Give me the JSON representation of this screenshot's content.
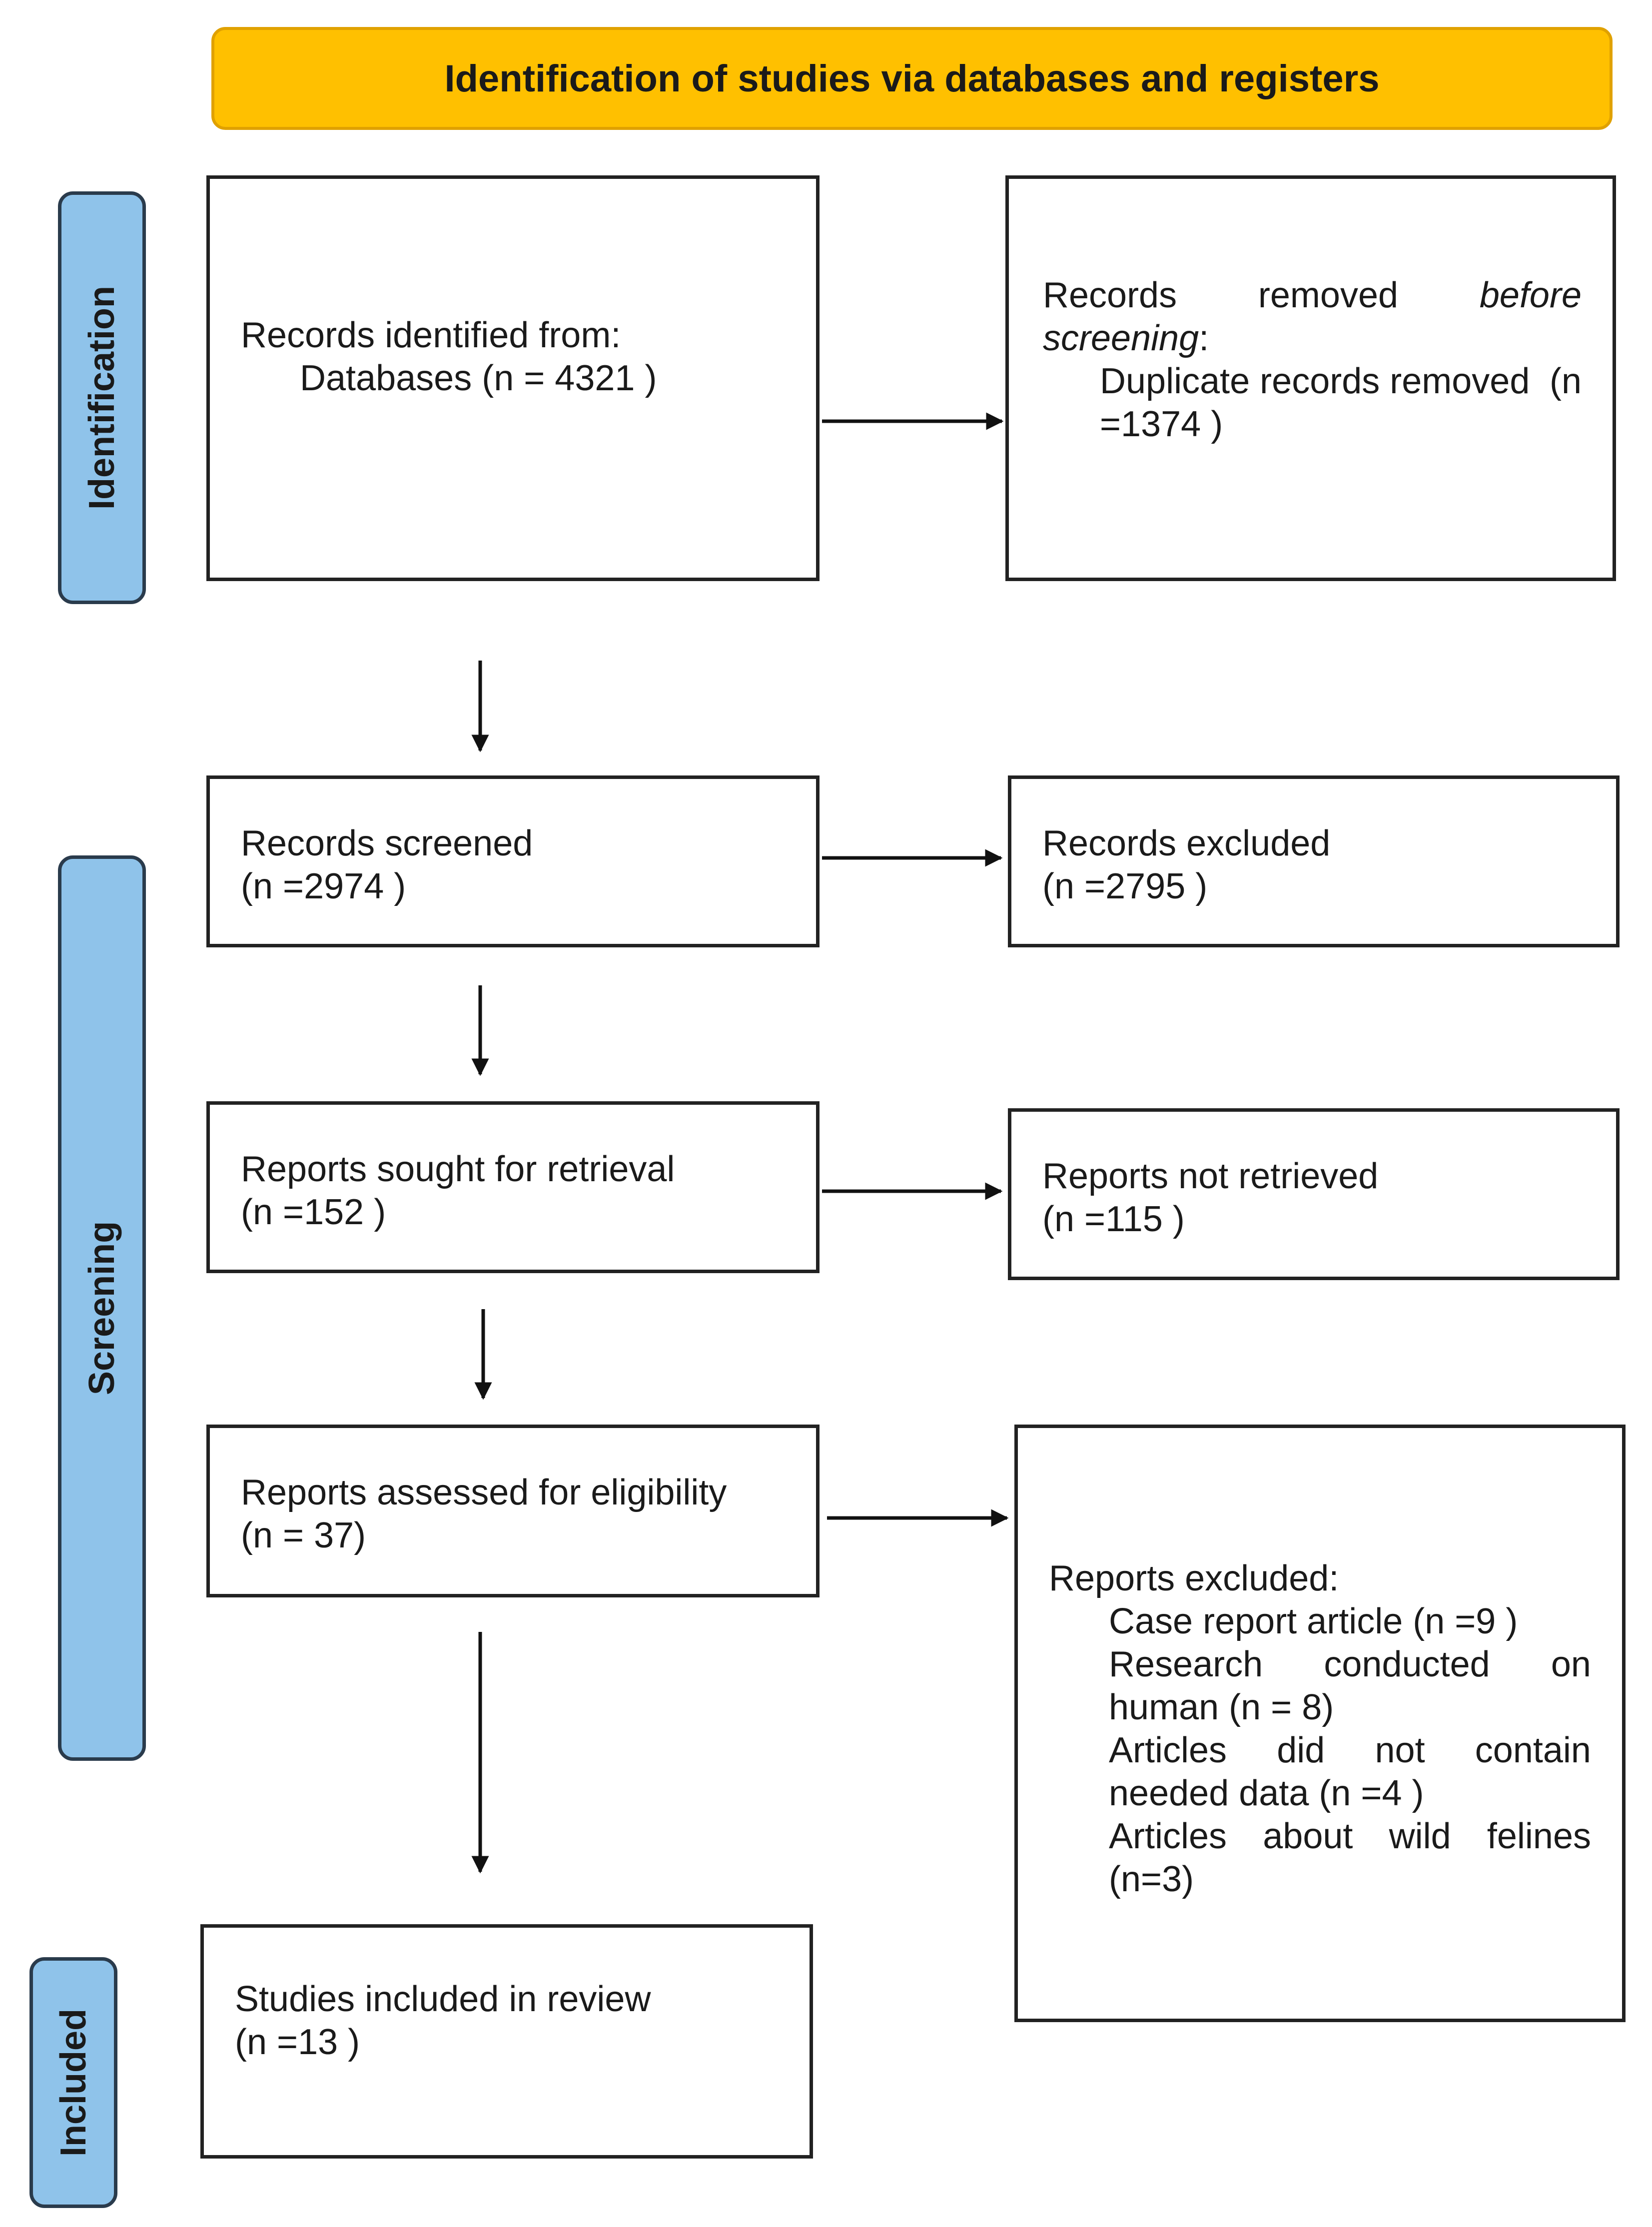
{
  "banner": {
    "title": "Identification of studies via databases and registers"
  },
  "phases": {
    "identification": "Identification",
    "screening": "Screening",
    "included": "Included"
  },
  "boxes": {
    "records_identified": {
      "heading": "Records identified from:",
      "databases": "Databases (n = 4321 )"
    },
    "records_removed": {
      "word1": "Records",
      "word2": "removed",
      "word3": "before",
      "word4": "screening",
      "colon": ":",
      "duplicate_label": "Duplicate records removed",
      "duplicate_n_open": "(n",
      "duplicate_n_close": "=1374 )"
    },
    "records_screened": {
      "label": "Records screened",
      "count": "(n =2974 )"
    },
    "records_excluded": {
      "label": "Records excluded",
      "count": "(n =2795 )"
    },
    "reports_sought": {
      "label": "Reports sought for retrieval",
      "count": "(n =152 )"
    },
    "reports_not_retrieved": {
      "label": "Reports not retrieved",
      "count": "(n =115 )"
    },
    "reports_assessed": {
      "label": "Reports assessed for eligibility",
      "count": "(n = 37)"
    },
    "reports_excluded": {
      "heading": "Reports excluded:",
      "reason1": "Case report article  (n =9 )",
      "reason2_words": [
        "Research",
        "conducted",
        "on"
      ],
      "reason2_rest": "human  (n = 8)",
      "reason3_words": [
        "Articles",
        "did",
        "not",
        "contain"
      ],
      "reason3_rest": "needed data (n =4 )",
      "reason4_words": [
        "Articles",
        "about",
        "wild",
        "felines"
      ],
      "reason4_rest": "(n=3)"
    },
    "studies_included": {
      "label": "Studies included in review",
      "count": "(n =13 )"
    }
  }
}
